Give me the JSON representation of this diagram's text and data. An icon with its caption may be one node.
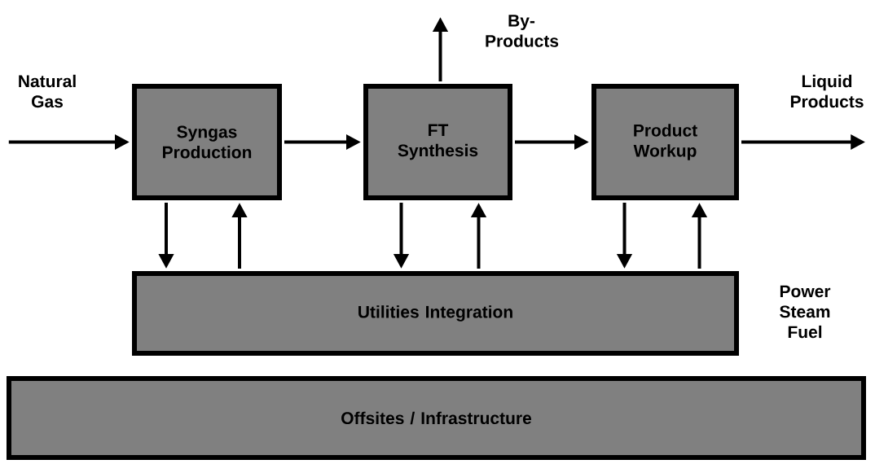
{
  "diagram": {
    "nodes": [
      {
        "text": [
          "Natural Gas"
        ]
      },
      {
        "text": [
          "Syngas Production"
        ]
      },
      {
        "text": [
          "FT Synthesis"
        ]
      },
      {
        "text": [
          "Product Workup"
        ]
      },
      {
        "text": [
          "By- Products"
        ]
      },
      {
        "text": [
          "Liquid Products"
        ]
      },
      {
        "text": [
          "Utilities Integration"
        ],
        "beside": [
          "Power Steam Fuel"
        ]
      },
      {
        "text": [
          "Offsites / Infrastructure"
        ]
      }
    ],
    "edges": [
      {
        "from": 0,
        "to": 1,
        "arrow": "to"
      },
      {
        "from": 1,
        "to": 2,
        "arrow": "to"
      },
      {
        "from": 2,
        "to": 3,
        "arrow": "to"
      },
      {
        "from": 3,
        "to": 5,
        "arrow": "to"
      },
      {
        "from": 2,
        "to": 4,
        "arrow": "to"
      },
      {
        "from": 1,
        "to": 6,
        "arrow": "to"
      },
      {
        "from": 6,
        "to": 1,
        "arrow": "to"
      },
      {
        "from": 2,
        "to": 6,
        "arrow": "to"
      },
      {
        "from": 6,
        "to": 2,
        "arrow": "to"
      },
      {
        "from": 3,
        "to": 6,
        "arrow": "to"
      },
      {
        "from": 6,
        "to": 3,
        "arrow": "to"
      }
    ]
  }
}
